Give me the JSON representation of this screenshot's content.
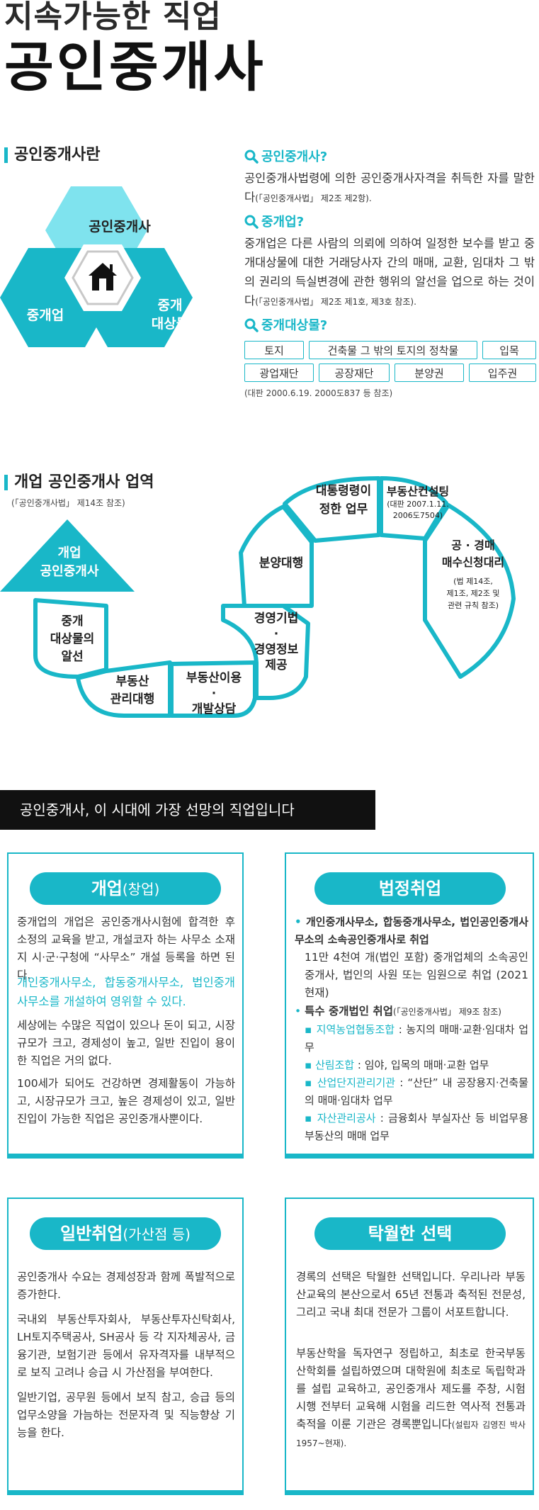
{
  "header": {
    "title_line1": "지속가능한 직업",
    "title_line2": "공인중개사"
  },
  "section1": {
    "heading": "공인중개사란",
    "diagram": {
      "top": "공인중개사",
      "left": "중개업",
      "right_line1": "중개",
      "right_line2": "대상물"
    },
    "q1": {
      "title": "공인중개사?",
      "body": "공인중개사법령에 의한 공인중개사자격을 취득한 자를 말한다",
      "ref": "(「공인중개사법」 제2조 제2항)."
    },
    "q2": {
      "title": "중개업?",
      "body": "중개업은 다른 사람의 의뢰에 의하여 일정한 보수를 받고 중개대상물에 대한 거래당사자 간의 매매, 교환, 임대차 그 밖의 권리의 득실변경에 관한 행위의 알선을 업으로 하는 것이다",
      "ref": "(「공인중개사법」 제2조 제1호, 제3호 참조)."
    },
    "q3": {
      "title": "중개대상물?",
      "row1": [
        "토지",
        "건축물 그 밖의 토지의 정착물",
        "입목"
      ],
      "row2": [
        "광업재단",
        "공장재단",
        "분양권",
        "입주권"
      ],
      "note": "(대판 2000.6.19. 2000도837 등 참조)"
    }
  },
  "section2": {
    "heading": "개업 공인중개사 업역",
    "ref": "(「공인중개사법」 제14조 참조)",
    "start_line1": "개업",
    "start_line2": "공인중개사",
    "s1": [
      "중개",
      "대상물의",
      "알선"
    ],
    "s2": [
      "부동산",
      "관리대행"
    ],
    "s3": [
      "부동산이용",
      "·",
      "개발상담"
    ],
    "s4": [
      "경영기법",
      "·",
      "경영정보",
      "제공"
    ],
    "s5": "분양대행",
    "s6": [
      "대통령령이",
      "정한 업무"
    ],
    "s7": {
      "title": "부동산컨설팅",
      "note1": "(대판 2007.1.11.",
      "note2": "2006도7504)"
    },
    "s8": {
      "line1": "공 · 경매",
      "line2": "매수신청대리",
      "note1": "(법 제14조,",
      "note2": "제1조, 제2조 및",
      "note3": "관련 규칙 참조)"
    }
  },
  "banner": "공인중개사, 이 시대에 가장 선망의 직업입니다",
  "card1": {
    "title": "개업",
    "title_sub": "(창업)",
    "p1": "중개업의 개업은 공인중개사시험에 합격한 후 소정의 교육을 받고, 개설코자 하는 사무소 소재지 시·군·구청에 “사무소” 개설 등록을 하면 된다.",
    "p2": "개인중개사무소, 합동중개사무소, 법인중개사무소를 개설하여 영위할 수 있다.",
    "p3": "세상에는 수많은 직업이 있으나 돈이 되고, 시장규모가 크고, 경제성이 높고, 일반 진입이 용이한 직업은 거의 없다.",
    "p4": "100세가 되어도 건강하면 경제활동이 가능하고, 시장규모가 크고, 높은 경제성이 있고, 일반 진입이 가능한 직업은 공인중개사뿐이다."
  },
  "card2": {
    "title": "법정취업",
    "b1_head": "개인중개사무소, 합동중개사무소, 법인공인중개사무소의 소속공인중개사로 취업",
    "b1_body": "11만 4천여 개(법인 포함) 중개업체의 소속공인중개사, 법인의 사원 또는 임원으로 취업 (2021현재)",
    "b2_head": "특수 중개법인 취업",
    "b2_ref": "(「공인중개사법」 제9조 참조)",
    "items": [
      {
        "name": "지역농업협동조합",
        "desc": " : 농지의 매매·교환·임대차 업무"
      },
      {
        "name": "산림조합",
        "desc": " : 임야, 입목의 매매·교환 업무"
      },
      {
        "name": "산업단지관리기관",
        "desc": " : “산단” 내 공장용지·건축물의 매매·임대차 업무"
      },
      {
        "name": "자산관리공사",
        "desc": " : 금융회사 부실자산 등 비업무용 부동산의 매매 업무"
      }
    ]
  },
  "card3": {
    "title": "일반취업",
    "title_sub": "(가산점 등)",
    "p1": "공인중개사 수요는 경제성장과 함께 폭발적으로 증가한다.",
    "p2": "국내외 부동산투자회사, 부동산투자신탁회사, LH토지주택공사, SH공사 등 각 지자체공사, 금융기관, 보험기관 등에서 유자격자를 내부적으로 보직 고려나 승급 시 가산점을 부여한다.",
    "p3": "일반기업, 공무원 등에서 보직 참고, 승급 등의 업무소양을 가늠하는 전문자격 및 직능향상 기능을 한다."
  },
  "card4": {
    "title": "탁월한 선택",
    "p1": "경록의 선택은 탁월한 선택입니다. 우리나라 부동산교육의 본산으로서 65년 전통과 축적된 전문성, 그리고 국내 최대 전문가 그룹이 서포트합니다.",
    "p2": "부동산학을 독자연구 정립하고, 최초로 한국부동산학회를 설립하였으며 대학원에 최초로 독립학과를 설립 교육하고, 공인중개사 제도를 주창, 시험시행 전부터 교육해 시험을 리드한 역사적 전통과 축적을 이룬 기관은 경록뿐입니다",
    "p2_ref": "(설립자 김영진 박사 1957~현재)."
  },
  "colors": {
    "accent": "#19b7c8",
    "light": "#7fe3ee",
    "dark": "#111111"
  }
}
